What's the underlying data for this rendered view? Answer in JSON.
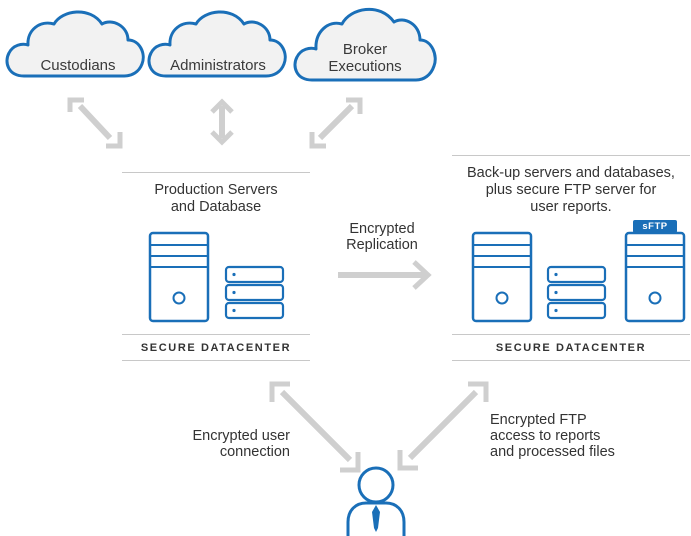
{
  "clouds": {
    "custodians": "Custodians",
    "administrators": "Administrators",
    "broker_line1": "Broker",
    "broker_line2": "Executions"
  },
  "production": {
    "title_line1": "Production Servers",
    "title_line2": "and Database",
    "footer": "SECURE DATACENTER"
  },
  "replication": {
    "line1": "Encrypted",
    "line2": "Replication"
  },
  "backup": {
    "line1": "Back-up servers and databases,",
    "line2": "plus secure FTP server for",
    "line3": "user reports.",
    "badge": "sFTP",
    "footer": "SECURE DATACENTER"
  },
  "user_connection": {
    "line1": "Encrypted user",
    "line2": "connection"
  },
  "ftp_access": {
    "line1": "Encrypted FTP",
    "line2": "access to reports",
    "line3": "and processed files"
  },
  "colors": {
    "blue": "#1a6fb8",
    "arrow_gray": "#cfcfcf",
    "cloud_fill": "#f2f2f2",
    "divider": "#c8c8c8"
  },
  "icons": [
    "cloud-icon",
    "server-tower-icon",
    "server-rack-icon",
    "user-icon",
    "double-arrow-icon",
    "arrow-right-icon"
  ]
}
